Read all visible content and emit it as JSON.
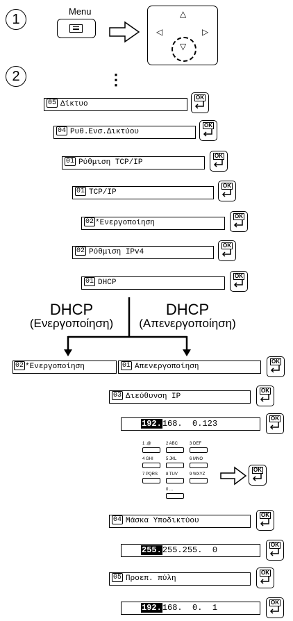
{
  "steps": {
    "step1": "1",
    "step2": "2"
  },
  "menu_label": "Menu",
  "dpad": {
    "up": "△",
    "left": "◁",
    "right": "▷",
    "down": "▽"
  },
  "dots": "⋮",
  "menu_items": [
    {
      "num": "05",
      "text": "Δίκτυο"
    },
    {
      "num": "04",
      "text": "Ρυθ.Ενσ.Δικτύου"
    },
    {
      "num": "01",
      "text": "Ρύθμιση TCP/IP"
    },
    {
      "num": "01",
      "text": "TCP/IP"
    },
    {
      "num": "02",
      "text": "*Ενεργοποίηση"
    },
    {
      "num": "02",
      "text": "Ρύθμιση IPv4"
    },
    {
      "num": "01",
      "text": "DHCP"
    }
  ],
  "ok_label": "OK",
  "branch": {
    "left_title": "DHCP",
    "left_sub": "(Ενεργοποίηση)",
    "right_title": "DHCP",
    "right_sub": "(Απενεργοποίηση)",
    "left_box": {
      "num": "02",
      "text": "*Ενεργοποίηση"
    },
    "right_box": {
      "num": "01",
      "text": "Απενεργοποίηση"
    }
  },
  "ip_address": {
    "num": "03",
    "text": "Διεύθυνση IP",
    "hl": "192.",
    "rest": "168.  0.123"
  },
  "keypad": [
    "1 .@",
    "2 ABC",
    "3 DEF",
    "4 GHI",
    "5 JKL",
    "6 MNO",
    "7 PQRS",
    "8 TUV",
    "9 WXYZ",
    "0 ..."
  ],
  "subnet": {
    "num": "04",
    "text": "Μάσκα Υποδικτύου",
    "hl": "255.",
    "rest": "255.255.  0"
  },
  "gateway": {
    "num": "05",
    "text": "Προεπ. πύλη",
    "hl": "192.",
    "rest": "168.  0.  1"
  }
}
